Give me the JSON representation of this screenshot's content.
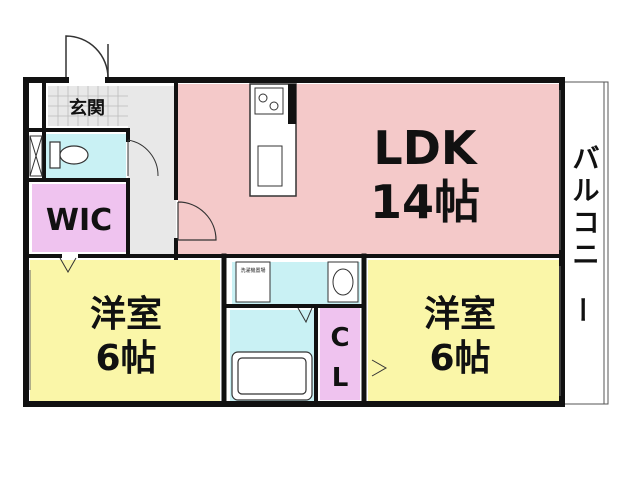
{
  "rooms": {
    "genkan": "玄関",
    "wic": "WIC",
    "ldk_name": "LDK",
    "ldk_size": "14帖",
    "western_left_name": "洋室",
    "western_left_size": "6帖",
    "western_right_name": "洋室",
    "western_right_size": "6帖",
    "closet_c": "C",
    "closet_l": "L",
    "balcony": "バルコニー",
    "washer_note": "洗濯機置場"
  },
  "colors": {
    "ldk": "#f4c9c9",
    "western": "#faf6a8",
    "wic": "#efc3ef",
    "water": "#c9f1f4",
    "corridor": "#e8e8e8",
    "wall": "#111111"
  }
}
